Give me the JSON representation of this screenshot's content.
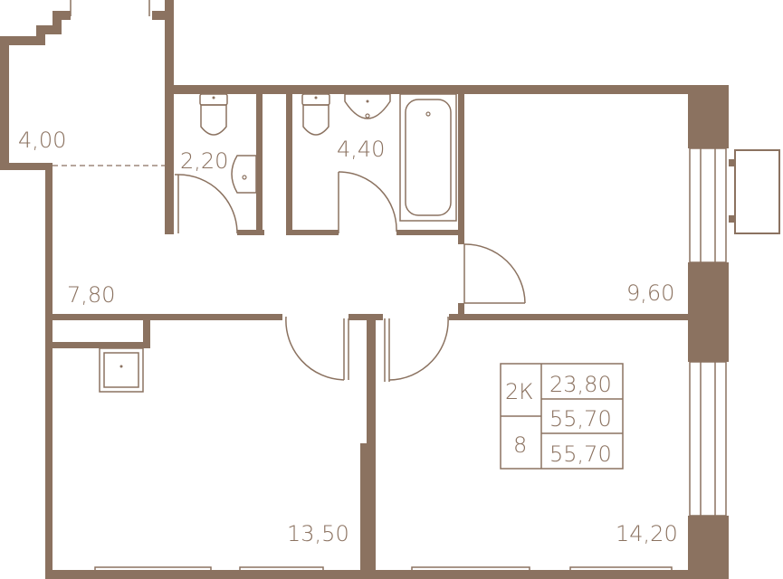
{
  "colors": {
    "wall": "#8B7260",
    "background": "#ffffff"
  },
  "rooms": [
    {
      "id": "balcony",
      "area": "4,00"
    },
    {
      "id": "toilet",
      "area": "2,20"
    },
    {
      "id": "bathroom",
      "area": "4,40"
    },
    {
      "id": "hall",
      "area": "7,80"
    },
    {
      "id": "kitchen",
      "area": "9,60"
    },
    {
      "id": "bedroom",
      "area": "13,50"
    },
    {
      "id": "living",
      "area": "14,20"
    }
  ],
  "summary": {
    "type": "2К",
    "floor": "8",
    "living_area": "23,80",
    "total_area": "55,70",
    "total_area_2": "55,70"
  }
}
